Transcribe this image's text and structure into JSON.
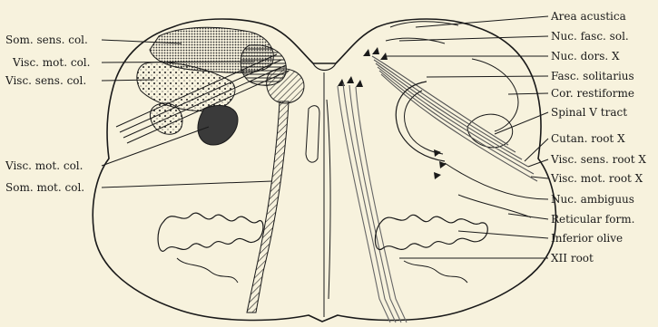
{
  "labels": {
    "left": [
      "Som. sens. col.",
      "Visc. mot. col.",
      "Visc. sens. col.",
      "Visc. mot. col.",
      "Som. mot. col."
    ],
    "right": [
      "Area acustica",
      "Nuc. fasc. sol.",
      "Nuc. dors. X",
      "Fasc. solitarius",
      "Cor. restiforme",
      "Spinal V tract",
      "Cutan. root X",
      "Visc. sens. root X",
      "Visc. mot. root X",
      "Nuc. ambiguus",
      "Reticular form.",
      "Inferior olive",
      "XII root"
    ]
  },
  "colors": {
    "background": "#f7f2dd",
    "ink": "#1a1a1a"
  }
}
